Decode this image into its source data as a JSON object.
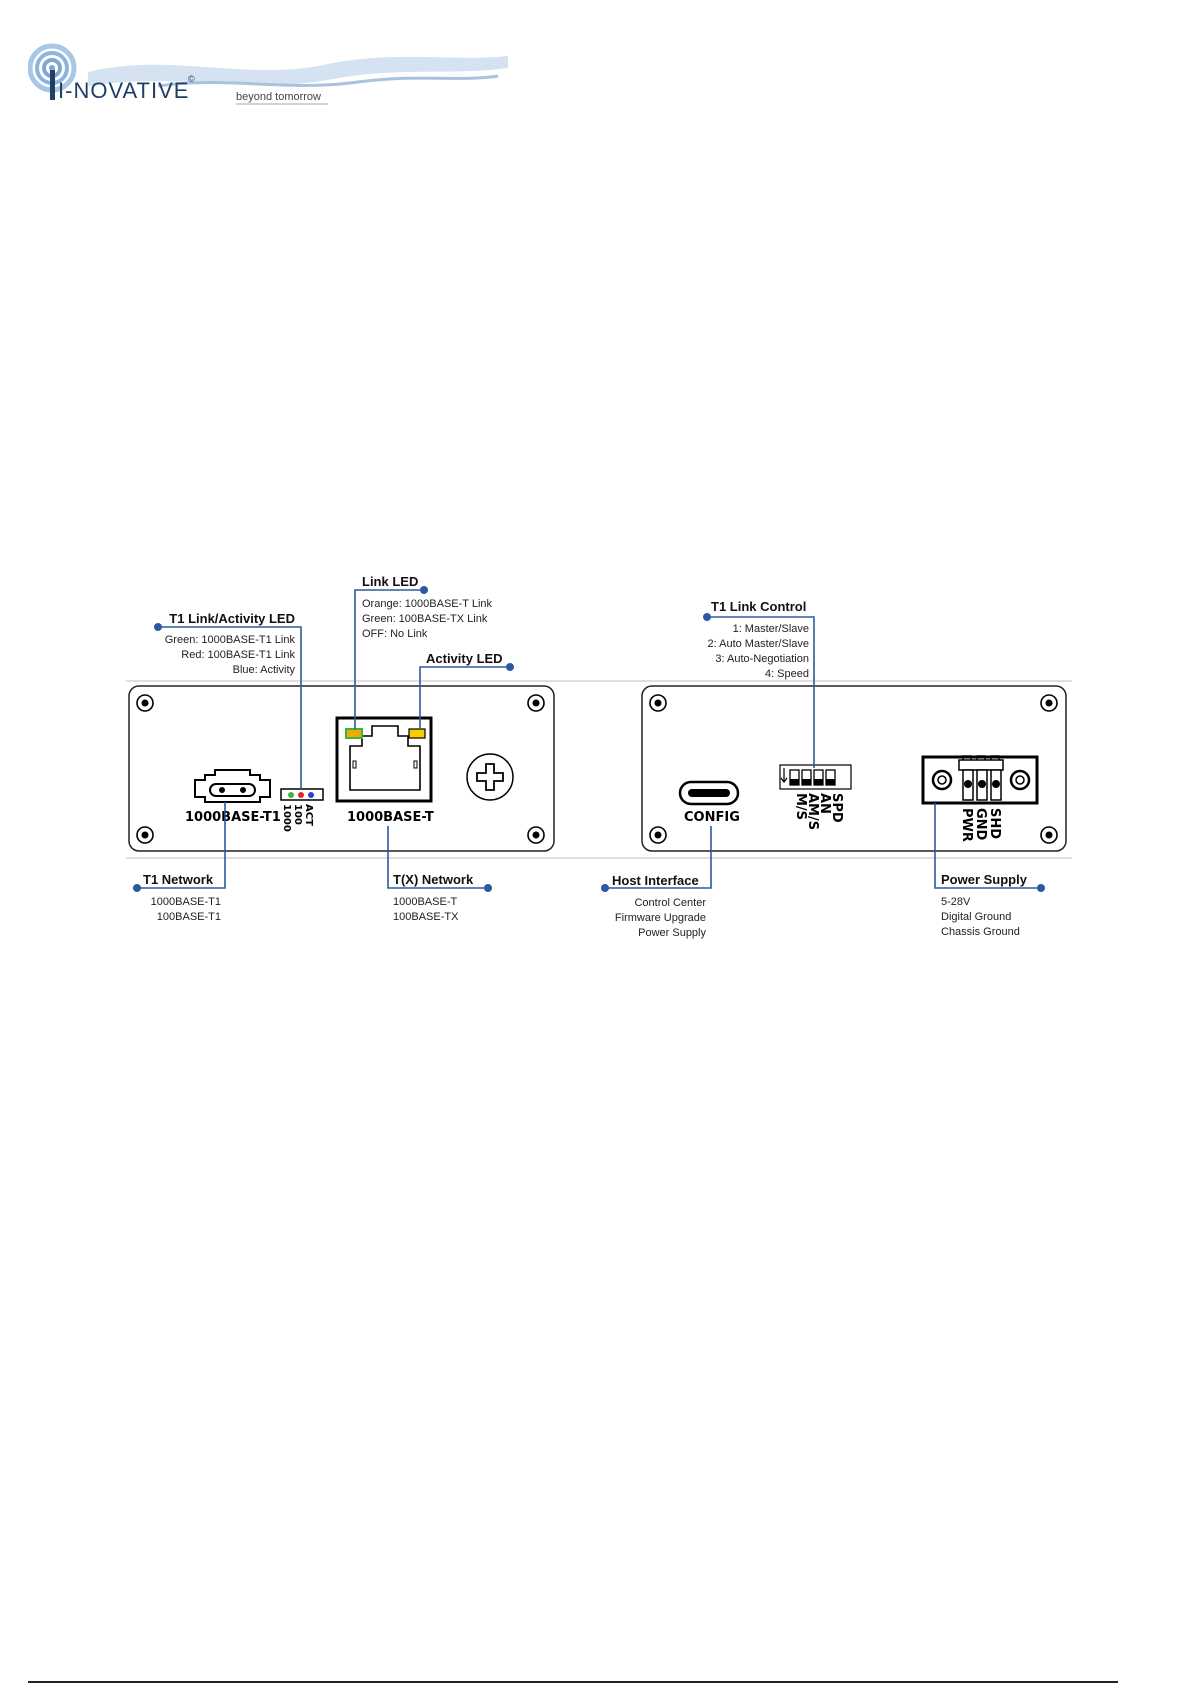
{
  "logo": {
    "brand": "I-NOVATIVE",
    "copyright_mark": "©",
    "tagline": "beyond tomorrow",
    "colors": {
      "brand_text": "#1f3f66",
      "rings": "#7fa7d3",
      "wave": "#b9cfe6"
    }
  },
  "callouts": {
    "link_led": {
      "title": "Link LED",
      "lines": [
        "Orange: 1000BASE-T Link",
        "Green: 100BASE-TX Link",
        "OFF: No Link"
      ]
    },
    "t1_led": {
      "title": "T1 Link/Activity LED",
      "lines": [
        "Green: 1000BASE-T1 Link",
        "Red: 100BASE-T1 Link",
        "Blue: Activity"
      ]
    },
    "activity_led": {
      "title": "Activity LED"
    },
    "t1_link_control": {
      "title": "T1 Link Control",
      "lines": [
        "1: Master/Slave",
        "2: Auto Master/Slave",
        "3: Auto-Negotiation",
        "4: Speed"
      ]
    },
    "t1_network": {
      "title": "T1 Network",
      "lines": [
        "1000BASE-T1",
        "100BASE-T1"
      ]
    },
    "tx_network": {
      "title": "T(X) Network",
      "lines": [
        "1000BASE-T",
        "100BASE-TX"
      ]
    },
    "host_interface": {
      "title": "Host Interface",
      "lines": [
        "Control Center",
        "Firmware Upgrade",
        "Power Supply"
      ]
    },
    "power_supply": {
      "title": "Power Supply",
      "lines": [
        "5-28V",
        "Digital Ground",
        "Chassis Ground"
      ]
    }
  },
  "front_panel": {
    "t1_port_label": "1000BASE-T1",
    "rj45_label": "1000BASE-T",
    "led_labels": [
      "1000",
      "100",
      "ACT"
    ]
  },
  "rear_panel": {
    "usb_label": "CONFIG",
    "dip_labels": [
      "M/S",
      "AM/S",
      "AN",
      "SPD"
    ],
    "power_labels": [
      "PWR",
      "GND",
      "SHD"
    ]
  },
  "colors": {
    "leader": "#2c5aa0",
    "led_green": "#3cb43c",
    "led_red": "#e02828",
    "led_blue": "#2b3fd6",
    "led_orange": "#f2a900",
    "led_yellow": "#f4d000"
  }
}
